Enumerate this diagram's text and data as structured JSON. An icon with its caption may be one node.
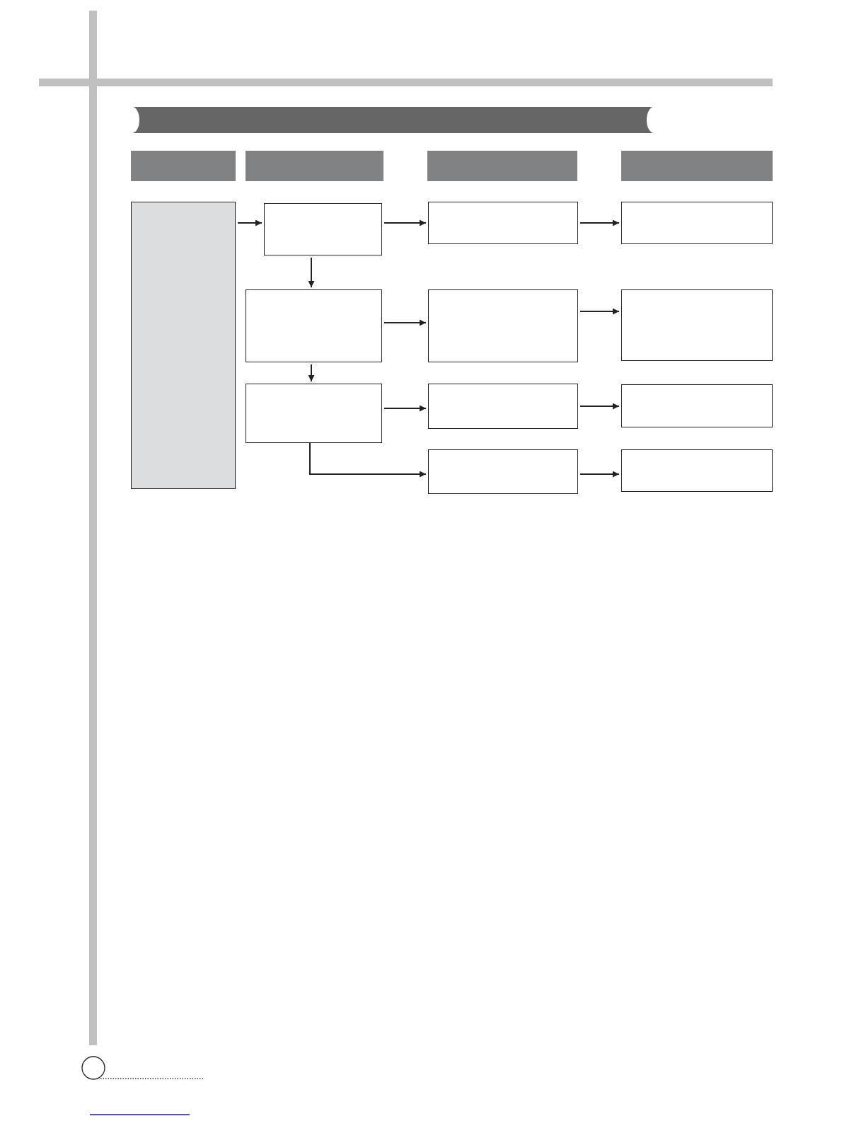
{
  "diagram": {
    "nodes": [
      {
        "text": [],
        "shape": "bar"
      },
      {
        "text": [],
        "shape": "bar"
      },
      {
        "text": [],
        "shape": "bar"
      },
      {
        "text": [],
        "shape": "bar"
      },
      {
        "text": [],
        "shape": "bar"
      },
      {
        "text": [],
        "shape": "box"
      },
      {
        "text": [],
        "shape": "box"
      },
      {
        "text": [],
        "shape": "box"
      },
      {
        "text": [],
        "shape": "box"
      },
      {
        "text": [],
        "shape": "box"
      },
      {
        "text": [],
        "shape": "box"
      },
      {
        "text": [],
        "shape": "box"
      },
      {
        "text": [],
        "shape": "box"
      },
      {
        "text": [],
        "shape": "box"
      },
      {
        "text": [],
        "shape": "box"
      },
      {
        "text": [],
        "shape": "box"
      },
      {
        "text": [],
        "shape": "box"
      }
    ],
    "edges": [
      {
        "from": 5,
        "to": 6,
        "arrow": "to"
      },
      {
        "from": 6,
        "to": 9,
        "arrow": "to"
      },
      {
        "from": 9,
        "to": 13,
        "arrow": "to"
      },
      {
        "from": 6,
        "to": 7,
        "arrow": "to"
      },
      {
        "from": 7,
        "to": 10,
        "arrow": "to"
      },
      {
        "from": 10,
        "to": 14,
        "arrow": "to"
      },
      {
        "from": 7,
        "to": 8,
        "arrow": "to"
      },
      {
        "from": 8,
        "to": 11,
        "arrow": "to"
      },
      {
        "from": 11,
        "to": 15,
        "arrow": "to"
      },
      {
        "from": 8,
        "to": 12,
        "arrow": "to"
      },
      {
        "from": 12,
        "to": 16,
        "arrow": "to"
      }
    ]
  }
}
